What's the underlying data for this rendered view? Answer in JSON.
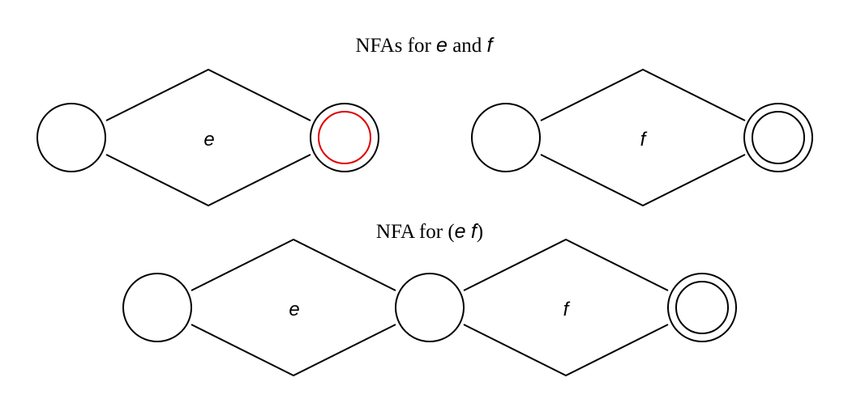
{
  "titles": {
    "top": {
      "prefix": "NFAs for ",
      "math1": "e",
      "middle": " and ",
      "math2": "f"
    },
    "bottom": {
      "prefix": "NFA for ",
      "open": "(",
      "math1": "e",
      "space": " ",
      "math2": "f",
      "close": ")"
    }
  },
  "labels": {
    "top_left_edge": "e",
    "top_right_edge": "f",
    "bottom_left_edge": "e",
    "bottom_right_edge": "f"
  },
  "colors": {
    "stroke": "#000000",
    "highlight": "#e00000",
    "background": "#ffffff"
  }
}
